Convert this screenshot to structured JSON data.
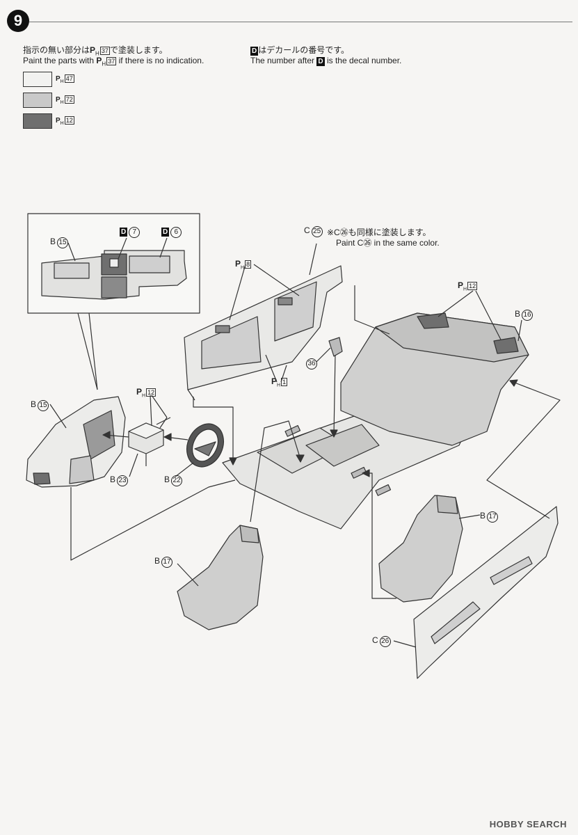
{
  "step": {
    "number": "9"
  },
  "notes": {
    "paint_jp": "指示の無い部分は",
    "paint_jp_code": "37",
    "paint_jp_tail": "で塗装します。",
    "paint_en_pre": "Paint the parts with",
    "paint_en_code": "37",
    "paint_en_post": "if there is no indication.",
    "decal_jp_tail": "はデカールの番号です。",
    "decal_en_pre": "The number after",
    "decal_en_post": "is the decal number.",
    "d_letter": "D",
    "ph": "P",
    "ph_sub": "H"
  },
  "swatches": [
    {
      "code": "47",
      "color": "#f2f2f0"
    },
    {
      "code": "72",
      "color": "#c9c9c9"
    },
    {
      "code": "12",
      "color": "#6f6f6f"
    }
  ],
  "inset": {
    "b15": {
      "letter": "B",
      "num": "15"
    },
    "d7": {
      "num": "7"
    },
    "d6": {
      "num": "6"
    }
  },
  "labels": {
    "c25": {
      "letter": "C",
      "num": "25"
    },
    "c26_note_jp": "※C㉖も同様に塗装します。",
    "c26_note_en": "Paint C㉖ in the same color.",
    "ph8": "8",
    "ph1": "1",
    "ph12_top": "12",
    "ph12_mid": "12",
    "b16": {
      "letter": "B",
      "num": "16"
    },
    "p36": "36",
    "b15": {
      "letter": "B",
      "num": "15"
    },
    "b23": {
      "letter": "B",
      "num": "23"
    },
    "b22": {
      "letter": "B",
      "num": "22"
    },
    "b17_left": {
      "letter": "B",
      "num": "17"
    },
    "b17_right": {
      "letter": "B",
      "num": "17"
    },
    "c26": {
      "letter": "C",
      "num": "26"
    }
  },
  "watermark": "HOBBY SEARCH"
}
